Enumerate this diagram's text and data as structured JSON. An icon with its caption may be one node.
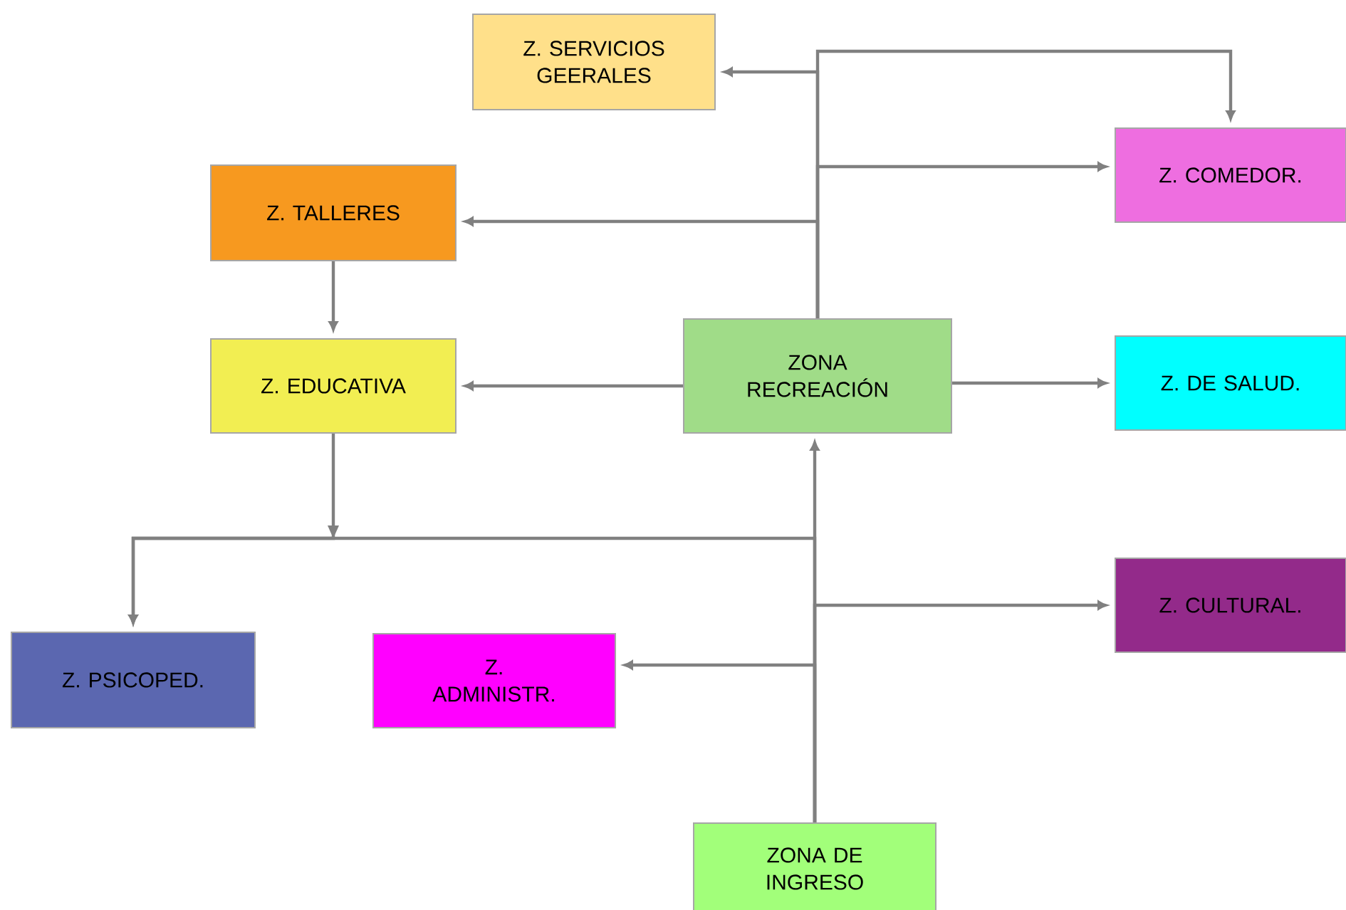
{
  "diagram": {
    "nodes": [
      {
        "text": [
          "Z. SERVICIOS GEERALES"
        ]
      },
      {
        "text": [
          "Z. COMEDOR."
        ]
      },
      {
        "text": [
          "Z. TALLERES"
        ]
      },
      {
        "text": [
          "Z. EDUCATIVA"
        ]
      },
      {
        "text": [
          "ZONA RECREACIÓN"
        ]
      },
      {
        "text": [
          "Z. DE SALUD."
        ]
      },
      {
        "text": [
          "Z. CULTURAL."
        ]
      },
      {
        "text": [
          "Z. PSICOPED."
        ]
      },
      {
        "text": [
          "Z. ADMINISTR."
        ]
      },
      {
        "text": [
          "ZONA DE INGRESO"
        ]
      }
    ],
    "edges": [
      {
        "from": 4,
        "to": 0,
        "arrow": "to"
      },
      {
        "from": 4,
        "to": 1,
        "arrow": "to"
      },
      {
        "from": 4,
        "to": 1,
        "arrow": "to"
      },
      {
        "from": 4,
        "to": 2,
        "arrow": "to"
      },
      {
        "from": 2,
        "to": 3,
        "arrow": "to"
      },
      {
        "from": 4,
        "to": 3,
        "arrow": "to"
      },
      {
        "from": 4,
        "to": 5,
        "arrow": "to"
      },
      {
        "from": 9,
        "to": 4,
        "arrow": "to"
      },
      {
        "from": 9,
        "to": 7,
        "arrow": "to"
      },
      {
        "from": 3,
        "to": 7,
        "arrow": "to"
      },
      {
        "from": 9,
        "to": 6,
        "arrow": "to"
      },
      {
        "from": 9,
        "to": 8,
        "arrow": "to"
      }
    ]
  }
}
